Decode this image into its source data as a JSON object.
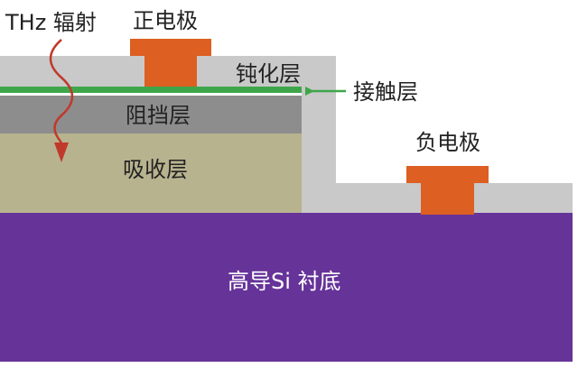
{
  "labels": {
    "thz": "THz 辐射",
    "positive_electrode": "正电极",
    "passivation_layer": "钝化层",
    "contact_layer": "接触层",
    "barrier_layer": "阻挡层",
    "absorption_layer": "吸收层",
    "negative_electrode": "负电极",
    "substrate": "高导Si 衬底"
  },
  "colors": {
    "substrate": "#663399",
    "absorption": "#b8b38f",
    "barrier": "#8d8d8d",
    "passivation": "#c9c9c9",
    "contact": "#3ea64a",
    "electrode": "#dd5f22",
    "wave": "#c0392b",
    "outline": "#5a5a5a"
  }
}
